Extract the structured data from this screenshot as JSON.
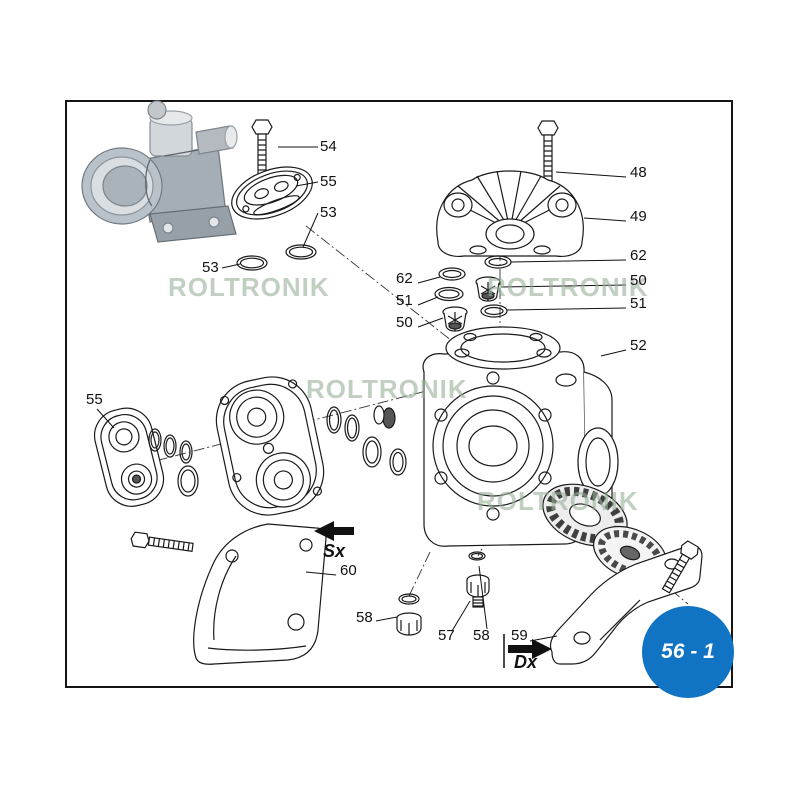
{
  "page": {
    "background": "#ffffff",
    "frame_color": "#151515"
  },
  "watermark": {
    "text": "ROLTRONIK",
    "color": "#97af97"
  },
  "badge": {
    "text": "56 - 1",
    "background": "#1173c4",
    "text_color": "#ffffff"
  },
  "direction_labels": {
    "sx": "Sx",
    "dx": "Dx"
  },
  "callouts": [
    {
      "label": "54"
    },
    {
      "label": "55"
    },
    {
      "label": "53"
    },
    {
      "label": "53"
    },
    {
      "label": "48"
    },
    {
      "label": "49"
    },
    {
      "label": "62"
    },
    {
      "label": "50"
    },
    {
      "label": "51"
    },
    {
      "label": "52"
    },
    {
      "label": "62"
    },
    {
      "label": "51"
    },
    {
      "label": "50"
    },
    {
      "label": "55"
    },
    {
      "label": "60"
    },
    {
      "label": "58"
    },
    {
      "label": "57"
    },
    {
      "label": "58"
    },
    {
      "label": "59"
    }
  ]
}
